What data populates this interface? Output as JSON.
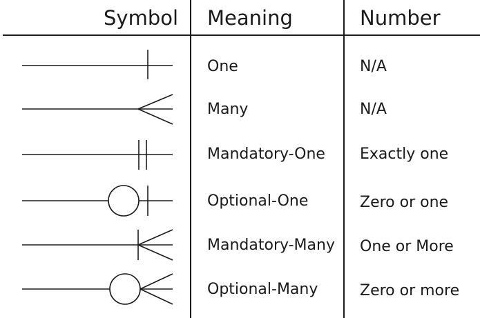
{
  "headers": {
    "symbol": "Symbol",
    "meaning": "Meaning",
    "number": "Number"
  },
  "rows": [
    {
      "symbol": "one-symbol",
      "meaning": "One",
      "number": "N/A"
    },
    {
      "symbol": "many-symbol",
      "meaning": "Many",
      "number": "N/A"
    },
    {
      "symbol": "mandatory-one-symbol",
      "meaning": "Mandatory-One",
      "number": "Exactly one"
    },
    {
      "symbol": "optional-one-symbol",
      "meaning": "Optional-One",
      "number": "Zero or one"
    },
    {
      "symbol": "mandatory-many-symbol",
      "meaning": "Mandatory-Many",
      "number": "One or More"
    },
    {
      "symbol": "optional-many-symbol",
      "meaning": "Optional-Many",
      "number": "Zero or more"
    }
  ],
  "colors": {
    "ink": "#1a1a1a",
    "background": "#ffffff"
  }
}
